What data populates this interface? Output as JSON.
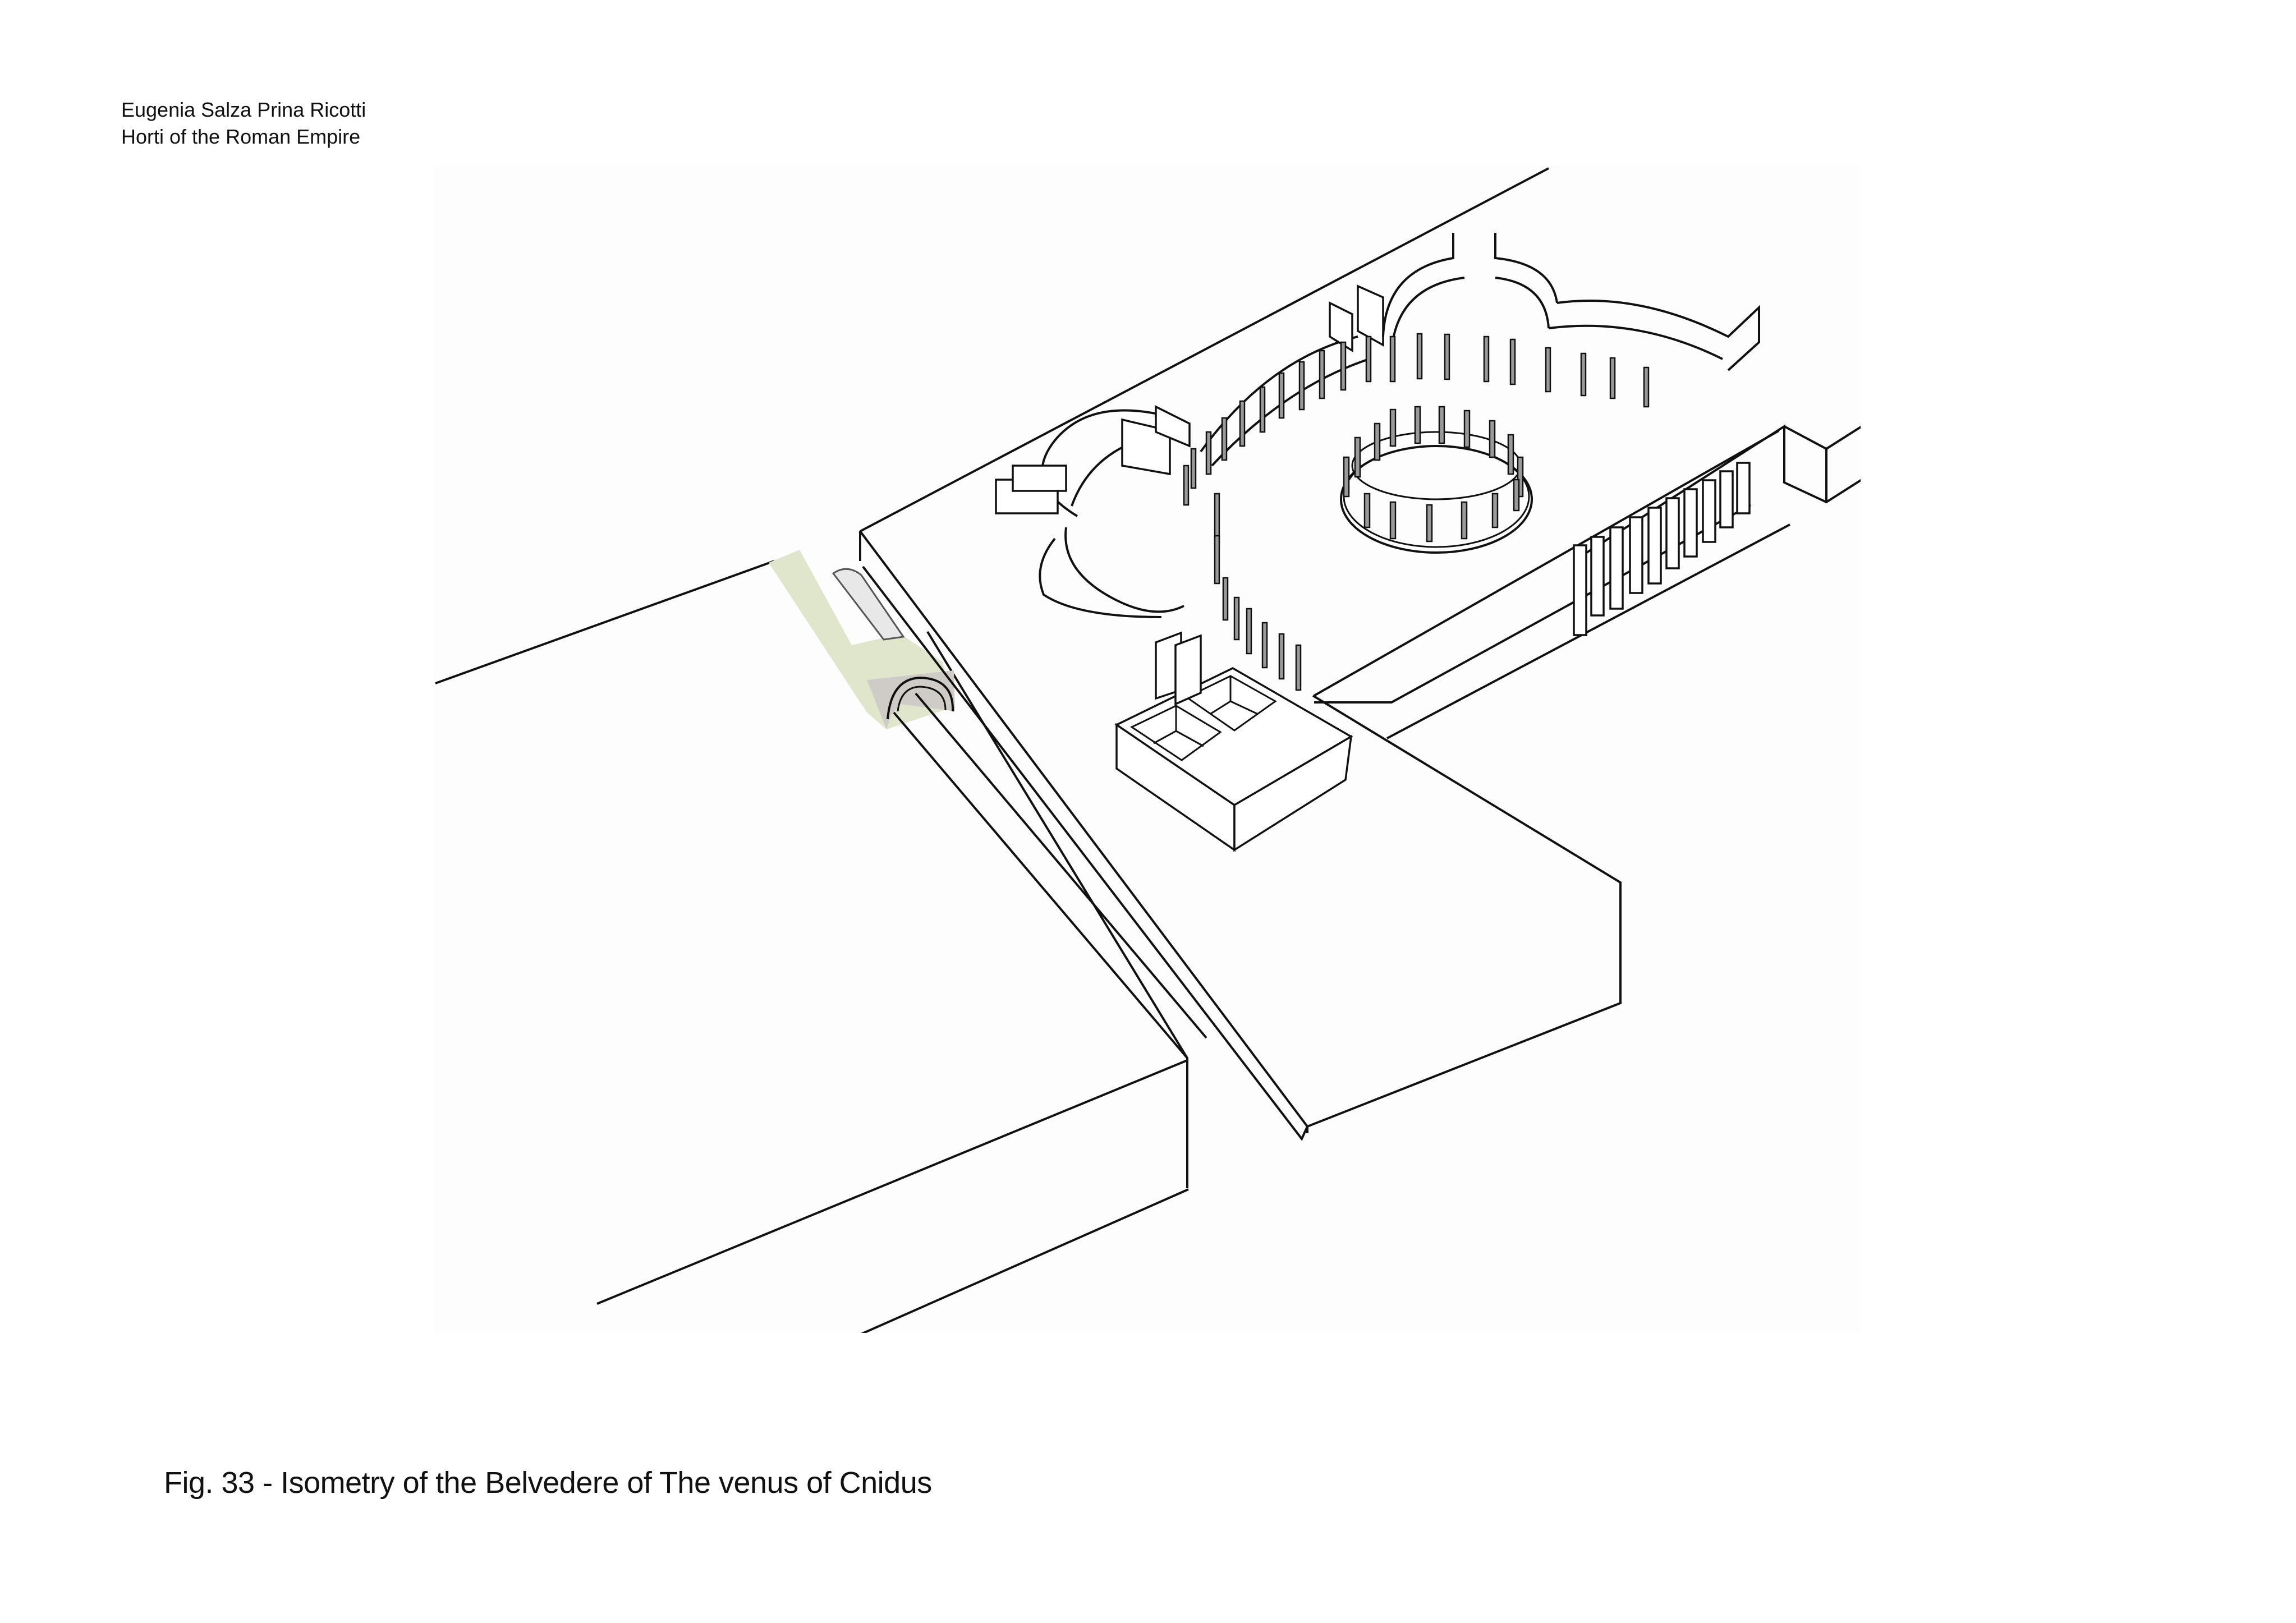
{
  "header": {
    "author": "Eugenia Salza Prina Ricotti",
    "book_title": "Horti of the Roman Empire"
  },
  "figure": {
    "caption": "Fig. 33 - Isometry of the Belvedere of The venus of Cnidus",
    "kind": "isometric line drawing",
    "elements": [
      "terrace-platform",
      "lower-block",
      "water-channel-section",
      "cistern-two-compartments",
      "exedra-semicircular-left",
      "colonnade-curved-wall",
      "apse-top",
      "tholos-round-temple",
      "buttressed-retaining-wall"
    ],
    "colors": {
      "line": "#111111",
      "background": "#fdfdfd",
      "channel_fill_green": "#dfe6cc",
      "channel_fill_gray": "#cfcbc6",
      "column_shade": "#9a9a9a"
    }
  }
}
